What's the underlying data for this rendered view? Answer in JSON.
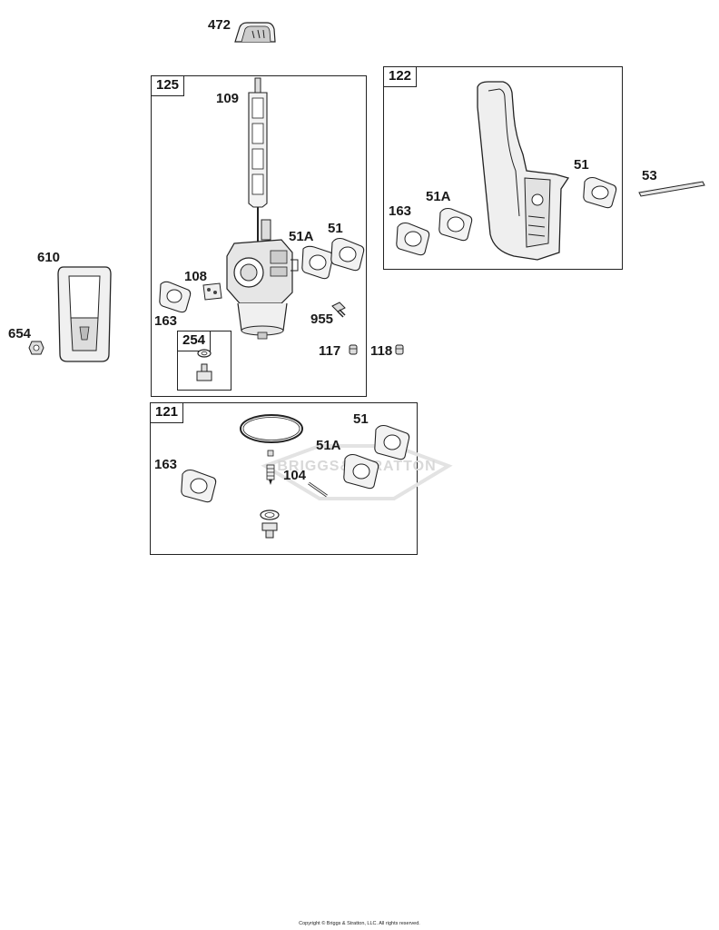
{
  "labels": {
    "p472": "472",
    "p109": "109",
    "p51a_carb": "51A",
    "p51_carb": "51",
    "p108": "108",
    "p163_carb": "163",
    "p955": "955",
    "p117": "117",
    "p118": "118",
    "p610": "610",
    "p654": "654",
    "p163_r": "163",
    "p51a_r": "51A",
    "p51_r": "51",
    "p53": "53",
    "p51_kit": "51",
    "p51a_kit": "51A",
    "p163_kit": "163",
    "p104": "104"
  },
  "boxes": {
    "carburetor": "125",
    "gasket_set": "254",
    "air_guide": "122",
    "kit": "121"
  },
  "watermark": "BRIGGS&STRATTON",
  "copyright": "Copyright © Briggs & Stratton, LLC. All rights reserved."
}
